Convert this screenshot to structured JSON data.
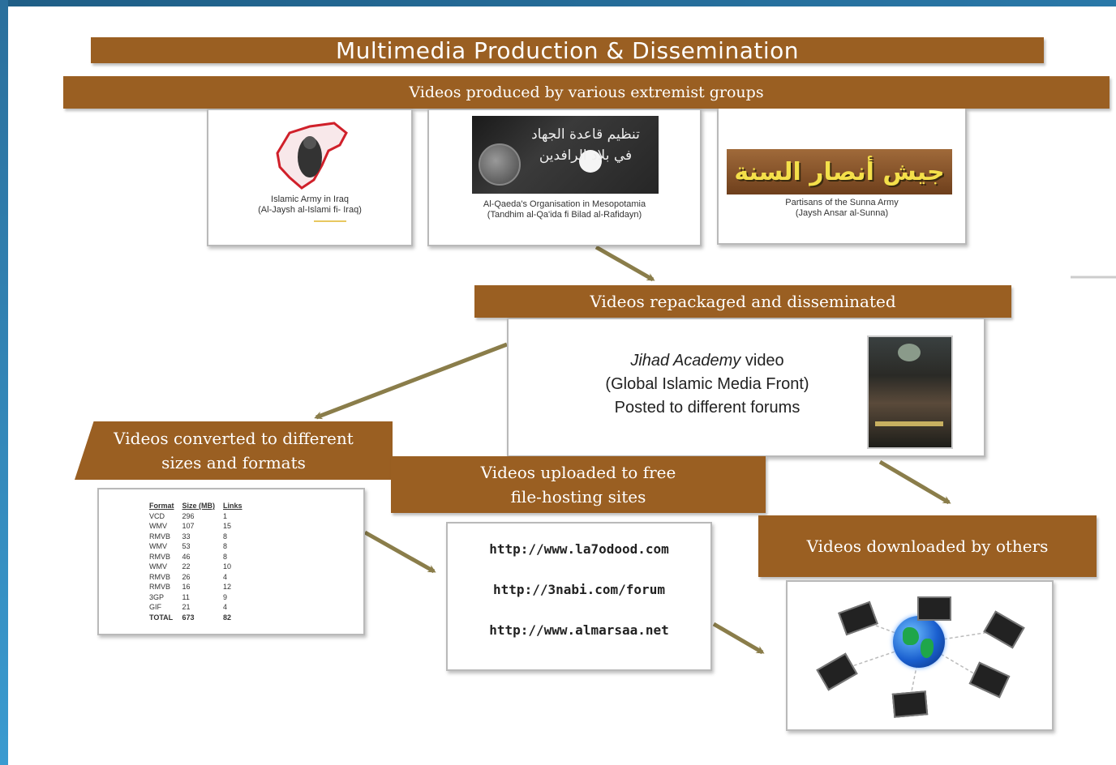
{
  "title": "Multimedia Production & Dissemination",
  "stages": {
    "produced": "Videos produced by various extremist groups",
    "repackaged": "Videos repackaged and disseminated",
    "converted": "Videos converted to different sizes and formats",
    "uploaded": "Videos uploaded to free file-hosting sites",
    "downloaded": "Videos downloaded by others"
  },
  "groups": [
    {
      "name": "Islamic Army in Iraq",
      "alt": "(Al-Jaysh al-Islami fi- Iraq)"
    },
    {
      "name": "Al-Qaeda's Organisation in Mesopotamia",
      "alt": "(Tandhim al-Qa'ida fi Bilad al-Rafidayn)",
      "logo_text": "تنظيم قاعدة الجهاد في بلاد الرافدين"
    },
    {
      "name": "Partisans of the Sunna Army",
      "alt": "(Jaysh Ansar al-Sunna)",
      "logo_text": "جيش أنصار السنة"
    }
  ],
  "repackaged_detail": {
    "line1_italic": "Jihad Academy",
    "line1_rest": " video",
    "line2": "(Global Islamic Media Front)",
    "line3": "Posted to different forums"
  },
  "format_table": {
    "headers": [
      "Format",
      "Size (MB)",
      "Links"
    ],
    "rows": [
      [
        "VCD",
        "296",
        "1"
      ],
      [
        "WMV",
        "107",
        "15"
      ],
      [
        "RMVB",
        "33",
        "8"
      ],
      [
        "WMV",
        "53",
        "8"
      ],
      [
        "RMVB",
        "46",
        "8"
      ],
      [
        "WMV",
        "22",
        "10"
      ],
      [
        "RMVB",
        "26",
        "4"
      ],
      [
        "RMVB",
        "16",
        "12"
      ],
      [
        "3GP",
        "11",
        "9"
      ],
      [
        "GIF",
        "21",
        "4"
      ],
      [
        "TOTAL",
        "673",
        "82"
      ]
    ]
  },
  "urls": [
    "http://www.la7odood.com",
    "http://3nabi.com/forum",
    "http://www.almarsaa.net"
  ],
  "colors": {
    "bar": "#9a5f22",
    "arrow": "#8a7d4a",
    "frame": "#2a78a8"
  }
}
